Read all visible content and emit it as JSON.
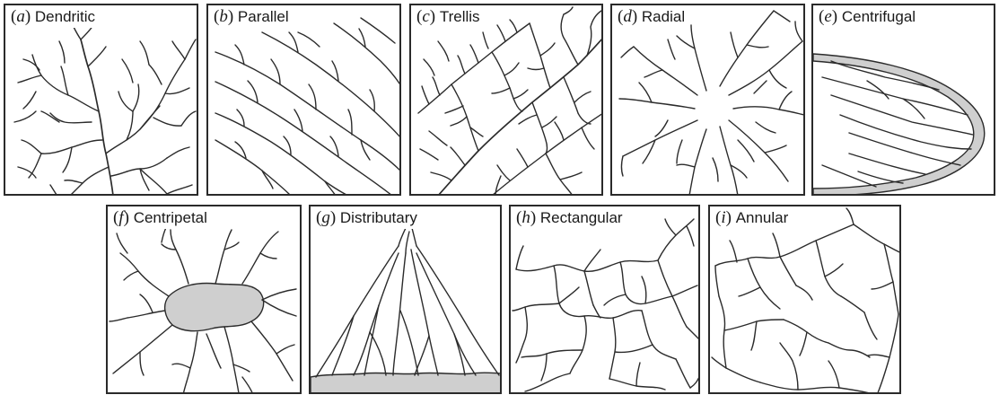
{
  "panels": [
    {
      "id": "a",
      "letter": "a",
      "name": "Dendritic"
    },
    {
      "id": "b",
      "letter": "b",
      "name": "Parallel"
    },
    {
      "id": "c",
      "letter": "c",
      "name": "Trellis"
    },
    {
      "id": "d",
      "letter": "d",
      "name": "Radial"
    },
    {
      "id": "e",
      "letter": "e",
      "name": "Centrifugal"
    },
    {
      "id": "f",
      "letter": "f",
      "name": "Centripetal"
    },
    {
      "id": "g",
      "letter": "g",
      "name": "Distributary"
    },
    {
      "id": "h",
      "letter": "h",
      "name": "Rectangular"
    },
    {
      "id": "i",
      "letter": "i",
      "name": "Annular"
    }
  ],
  "colors": {
    "line": "#2b2b2b",
    "fill": "#cfcfcf",
    "border": "#2a2a2a"
  }
}
